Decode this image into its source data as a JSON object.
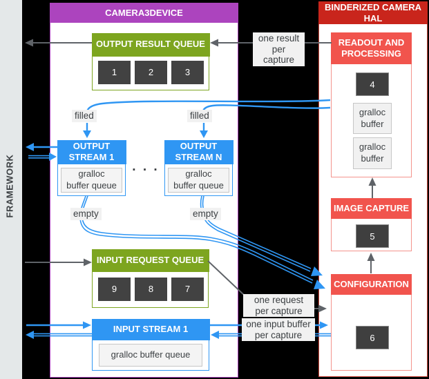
{
  "framework": {
    "label": "FRAMEWORK"
  },
  "camera3device": {
    "title": "CAMERA3DEVICE",
    "output_result_queue": {
      "title": "OUTPUT RESULT QUEUE",
      "slots": [
        "1",
        "2",
        "3"
      ]
    },
    "output_stream_1": {
      "title": "OUTPUT\nSTREAM 1",
      "buffer_queue": "gralloc\nbuffer queue"
    },
    "output_stream_n": {
      "title": "OUTPUT\nSTREAM N",
      "buffer_queue": "gralloc\nbuffer queue"
    },
    "stream_ellipsis": "· · ·",
    "input_request_queue": {
      "title": "INPUT REQUEST QUEUE",
      "slots": [
        "9",
        "8",
        "7"
      ]
    },
    "input_stream_1": {
      "title": "INPUT STREAM 1",
      "buffer_queue": "gralloc buffer queue"
    }
  },
  "binderized_camera_hal": {
    "title": "BINDERIZED CAMERA\nHAL",
    "readout_and_processing": {
      "title": "READOUT AND\nPROCESSING",
      "slot": "4",
      "buffers": [
        "gralloc\nbuffer",
        "gralloc\nbuffer"
      ]
    },
    "image_capture": {
      "title": "IMAGE CAPTURE",
      "slot": "5"
    },
    "configuration": {
      "title": "CONFIGURATION",
      "slot": "6"
    }
  },
  "labels": {
    "one_result_per_capture": "one result\nper capture",
    "filled_1": "filled",
    "filled_2": "filled",
    "empty_1": "empty",
    "empty_2": "empty",
    "one_request_per_capture": "one request\nper capture",
    "one_input_buffer_per_capture": "one input buffer\nper capture"
  },
  "colors": {
    "purple": "#ac44be",
    "green": "#7da51f",
    "blue": "#2f96f3",
    "red_dark": "#c9251c",
    "salmon": "#f1544d",
    "dark_box": "#424242",
    "arrow_gray": "#5f6368",
    "framework_strip": "#e4e8e9"
  }
}
